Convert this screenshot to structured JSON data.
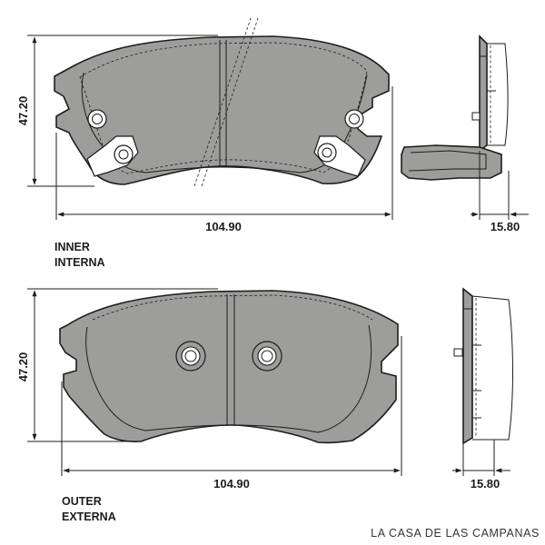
{
  "colors": {
    "pad_fill": "#9d9d9c",
    "line": "#1d1d1b",
    "background": "#ffffff"
  },
  "inner": {
    "height": "47.20",
    "width": "104.90",
    "thickness": "15.80",
    "label_en": "INNER",
    "label_es": "INTERNA"
  },
  "outer": {
    "height": "47.20",
    "width": "104.90",
    "thickness": "15.80",
    "label_en": "OUTER",
    "label_es": "EXTERNA"
  },
  "watermark": "LA CASA DE LAS CAMPANAS"
}
